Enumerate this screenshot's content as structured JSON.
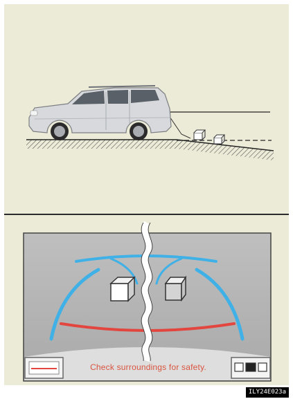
{
  "screen": {
    "message": "Check surroundings for safety.",
    "image_code": "ILY24E023a"
  },
  "colors": {
    "background_panel": "#ecebd7",
    "distance_line_blue": "#3fb1e6",
    "distance_line_red": "#e2463e",
    "message_text": "#d9543f"
  },
  "icons": {
    "car": "suv-side-view",
    "box_near": "cube",
    "box_far": "cube",
    "left_button": "screen-mode-icon",
    "right_button": "guide-lines-toggle-icon"
  }
}
